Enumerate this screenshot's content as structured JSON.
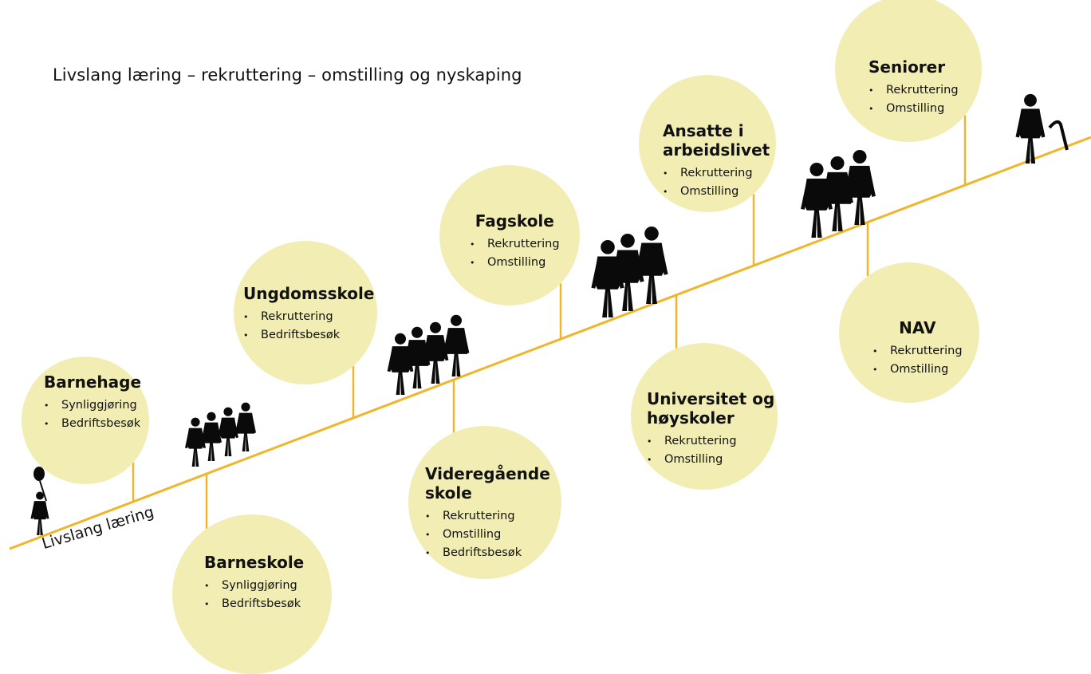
{
  "heading": "Livslang læring – rekruttering – omstilling og nyskaping",
  "axis_label": "Livslang læring",
  "colors": {
    "bubble": "#f2eeb3",
    "line": "#f0b52a",
    "figure": "#0a0a0a",
    "text": "#111111"
  },
  "stages": [
    {
      "title_lines": [
        "Barnehage"
      ],
      "items": [
        "Synliggjøring",
        "Bedriftsbesøk"
      ]
    },
    {
      "title_lines": [
        "Barneskole"
      ],
      "items": [
        "Synliggjøring",
        "Bedriftsbesøk"
      ]
    },
    {
      "title_lines": [
        "Ungdomsskole"
      ],
      "items": [
        "Rekruttering",
        "Bedriftsbesøk"
      ]
    },
    {
      "title_lines": [
        "Videregående",
        "skole"
      ],
      "items": [
        "Rekruttering",
        "Omstilling",
        "Bedriftsbesøk"
      ]
    },
    {
      "title_lines": [
        "Fagskole"
      ],
      "items": [
        "Rekruttering",
        "Omstilling"
      ]
    },
    {
      "title_lines": [
        "Universitet og",
        "høyskoler"
      ],
      "items": [
        "Rekruttering",
        "Omstilling"
      ]
    },
    {
      "title_lines": [
        "Ansatte i",
        "arbeidslivet"
      ],
      "items": [
        "Rekruttering",
        "Omstilling"
      ]
    },
    {
      "title_lines": [
        "NAV"
      ],
      "items": [
        "Rekruttering",
        "Omstilling"
      ]
    },
    {
      "title_lines": [
        "Seniorer"
      ],
      "items": [
        "Rekruttering",
        "Omstilling"
      ]
    }
  ],
  "figure_groups": [
    {
      "name": "child-with-balloon-icon"
    },
    {
      "name": "children-group-icon"
    },
    {
      "name": "teens-group-icon"
    },
    {
      "name": "young-adults-group-icon"
    },
    {
      "name": "adults-group-icon"
    },
    {
      "name": "senior-with-cane-icon"
    }
  ]
}
